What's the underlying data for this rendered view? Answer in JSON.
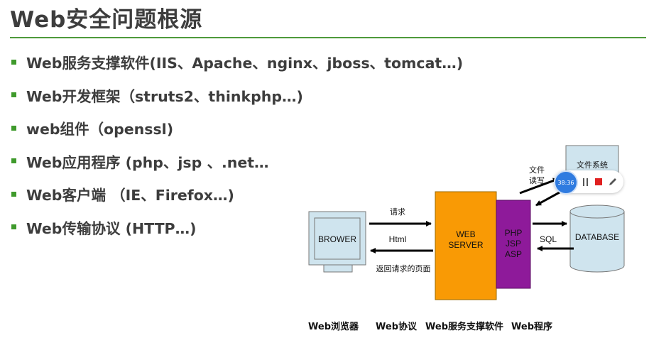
{
  "slide": {
    "title": "Web安全问题根源",
    "bullets": [
      "Web服务支撑软件(IIS、Apache、nginx、jboss、tomcat…)",
      "Web开发框架（struts2、thinkphp…)",
      "web组件（openssl)",
      "Web应用程序 (php、jsp 、.net…",
      "Web客户端 （IE、Firefox…)",
      "Web传输协议 (HTTP…)"
    ]
  },
  "diagram": {
    "browser_label": "BROWER",
    "server_label_1": "WEB",
    "server_label_2": "SERVER",
    "program_labels": [
      "PHP",
      "JSP",
      "ASP"
    ],
    "database_label": "DATABASE",
    "filesystem_label": "文件系统",
    "request_label": "请求",
    "html_label": "Html",
    "response_label": "返回请求的页面",
    "sql_label": "SQL",
    "file_rw_label_1": "文件",
    "file_rw_label_2": "读写",
    "bottom_labels": [
      "Web浏览器",
      "Web协议",
      "Web服务支撑软件",
      "Web程序"
    ],
    "colors": {
      "server": "#f99a05",
      "program": "#8e1a9a",
      "box_fill": "#cfe4ee",
      "title_rule": "#4e9a3b",
      "bullet": "#3f9a2c"
    }
  },
  "toolbar": {
    "timer": "38:36",
    "icons": [
      "pause-icon",
      "stop-icon",
      "pen-icon"
    ]
  }
}
